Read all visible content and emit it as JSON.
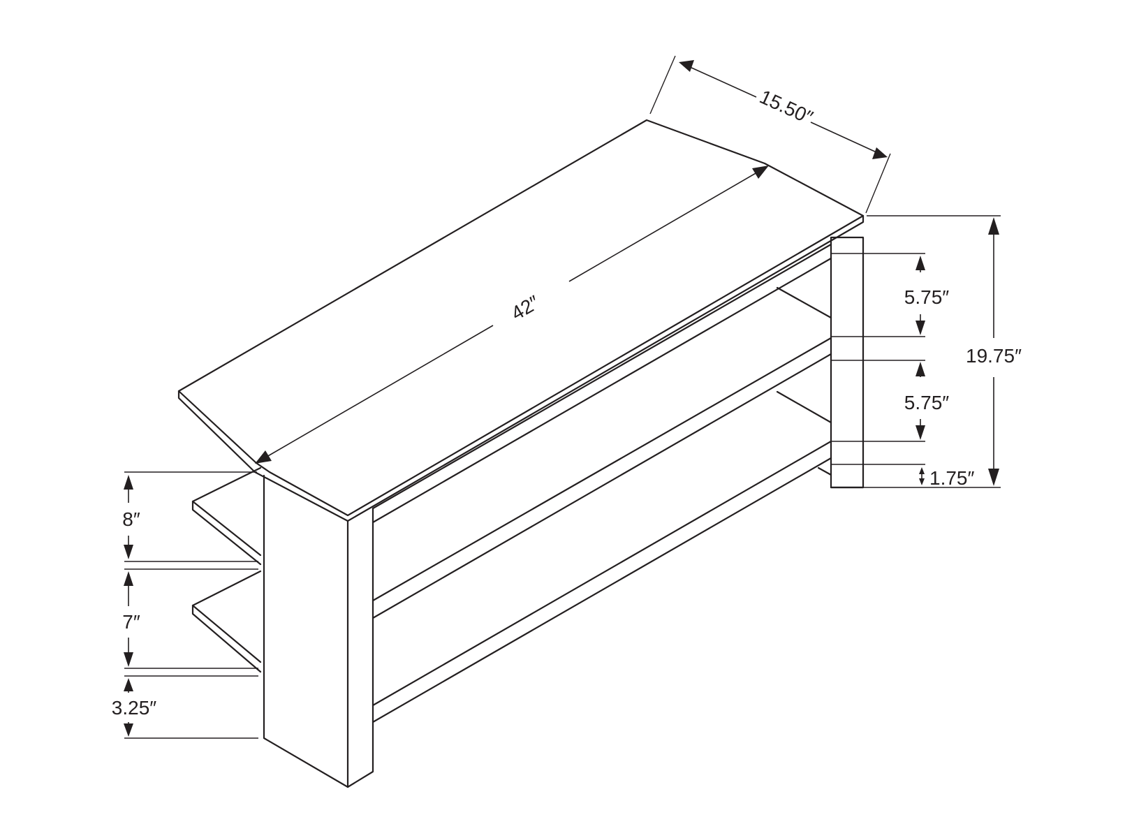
{
  "diagram": {
    "line_color": "#231f20",
    "background": "#ffffff",
    "dimensions": {
      "top_depth": "15.50″",
      "top_length": "42″",
      "shelf_gap_upper": "5.75″",
      "shelf_gap_lower": "5.75″",
      "total_height": "19.75″",
      "base_clearance": "1.75″",
      "side_gap_upper": "8″",
      "side_gap_middle": "7″",
      "side_base": "3.25″"
    }
  }
}
